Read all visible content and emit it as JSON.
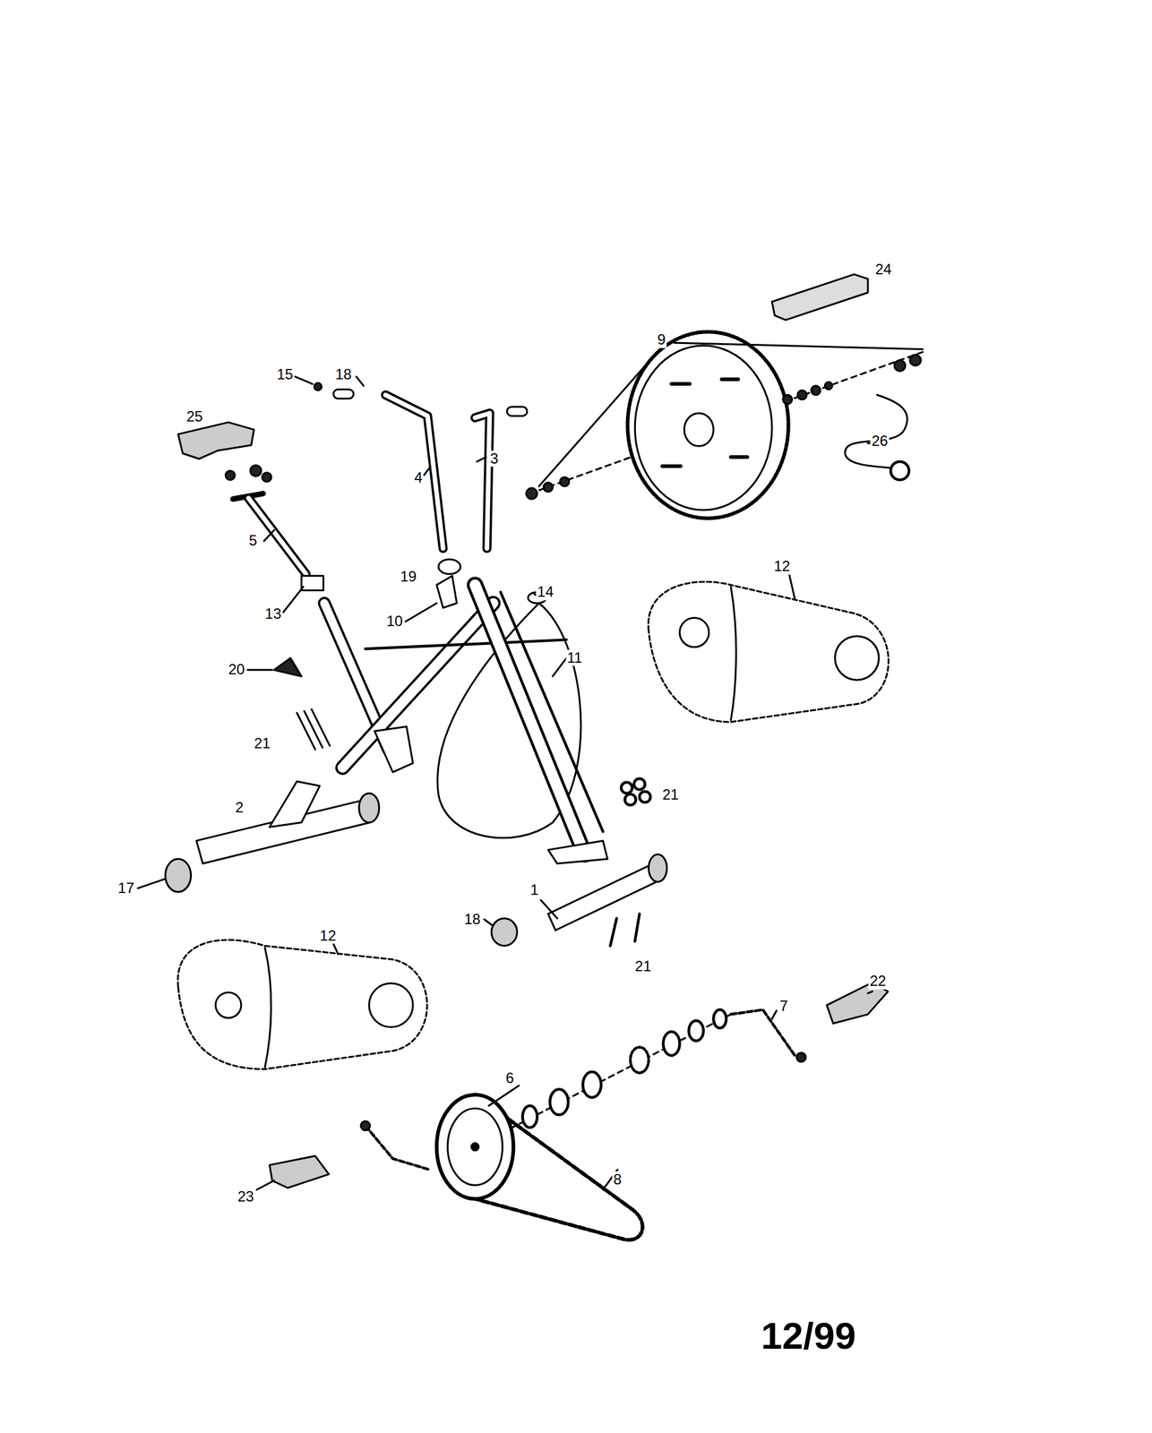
{
  "diagram": {
    "labels": [
      "24",
      "9",
      "15",
      "18",
      "25",
      "4",
      "3",
      "26",
      "5",
      "19",
      "14",
      "12",
      "13",
      "10",
      "11",
      "20",
      "21",
      "21",
      "2",
      "17",
      "1",
      "18",
      "21",
      "12",
      "7",
      "22",
      "6",
      "8",
      "23",
      "12/99"
    ]
  }
}
